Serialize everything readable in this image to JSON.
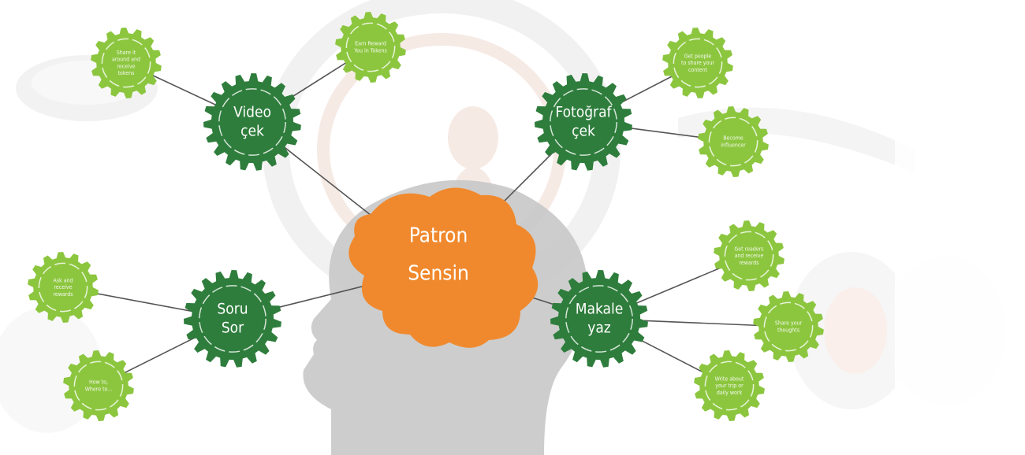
{
  "center": {
    "line1": "Patron",
    "line2": "Sensin",
    "color": "#f0892d"
  },
  "colors": {
    "main_gear": "#2e7d3c",
    "sub_gear": "#8cc63f",
    "connector": "#555555",
    "head": "#c8c8c8"
  },
  "hubs": [
    {
      "id": "video",
      "line1": "Video",
      "line2": "çek",
      "subs": [
        {
          "text": [
            "Share it",
            "around and",
            "receive",
            "tokens"
          ]
        },
        {
          "text": [
            "Earn Reward",
            "You in Tokens"
          ]
        }
      ]
    },
    {
      "id": "fotograf",
      "line1": "Fotoğraf",
      "line2": "çek",
      "subs": [
        {
          "text": [
            "Get people",
            "to share your",
            "content"
          ]
        },
        {
          "text": [
            "Become",
            "influencer"
          ]
        }
      ]
    },
    {
      "id": "soru",
      "line1": "Soru",
      "line2": "Sor",
      "subs": [
        {
          "text": [
            "Ask and",
            "receive",
            "rewards"
          ]
        },
        {
          "text": [
            "How to,",
            "Where to..."
          ]
        }
      ]
    },
    {
      "id": "makale",
      "line1": "Makale",
      "line2": "yaz",
      "subs": [
        {
          "text": [
            "Get readers",
            "and receive",
            "rewards"
          ]
        },
        {
          "text": [
            "Share your",
            "thoughts"
          ]
        },
        {
          "text": [
            "Write about",
            "your trip or",
            "daily work"
          ]
        }
      ]
    }
  ]
}
